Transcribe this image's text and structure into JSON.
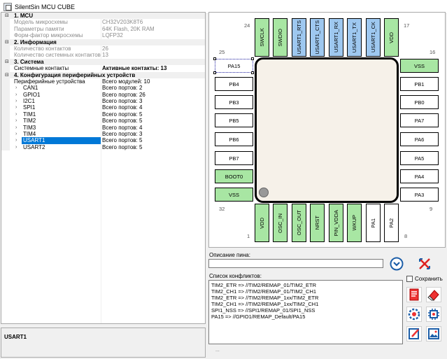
{
  "window": {
    "title": "SilentSin MCU CUBE"
  },
  "grid": {
    "cat1": "1. MCU",
    "model_label": "Модель микросхемы",
    "model_value": "CH32V203K8T6",
    "mem_label": "Параметры памяти",
    "mem_value": "64K Flash, 20K RAM",
    "form_label": "Форм-фактор микросхемы",
    "form_value": "LQFP32",
    "cat2": "2. Информация",
    "pins_label": "Количество контактов",
    "pins_value": "26",
    "syspins_label": "Количество системных контактов",
    "syspins_value": "13",
    "cat3": "3. Система",
    "sys_label": "Системные контакты",
    "sys_value": "Активные контакты: 13",
    "cat4": "4. Конфигурация периферийных устройств",
    "periph_label": "Периферийные устройства",
    "periph_value": "Всего модулей: 10",
    "modules": [
      {
        "name": "CAN1",
        "value": "Всего портов: 2"
      },
      {
        "name": "GPIO1",
        "value": "Всего портов: 26"
      },
      {
        "name": "I2C1",
        "value": "Всего портов: 3"
      },
      {
        "name": "SPI1",
        "value": "Всего портов: 4"
      },
      {
        "name": "TIM1",
        "value": "Всего портов: 5"
      },
      {
        "name": "TIM2",
        "value": "Всего портов: 5"
      },
      {
        "name": "TIM3",
        "value": "Всего портов: 4"
      },
      {
        "name": "TIM4",
        "value": "Всего портов: 3"
      },
      {
        "name": "USART1",
        "value": "Всего портов: 5"
      },
      {
        "name": "USART2",
        "value": "Всего портов: 5"
      }
    ],
    "selected": "USART1"
  },
  "description": {
    "title": "USART1"
  },
  "chip": {
    "top_pins": [
      "SWCLK",
      "SWDIO",
      "USART1_RTS",
      "USART1_CTS",
      "USART1_RX",
      "USART1_TX",
      "USART1_CK",
      "VDD"
    ],
    "bottom_pins": [
      "VDD",
      "OSC_IN",
      "OSC_OUT",
      "NRST",
      "PIN_VDDA",
      "WKUP",
      "PA1",
      "PA2"
    ],
    "left_pins": [
      "PA15",
      "PB4",
      "PB3",
      "PB5",
      "PB6",
      "PB7",
      "BOOT0",
      "VSS"
    ],
    "right_pins": [
      "VSS",
      "PB1",
      "PB0",
      "PA7",
      "PA6",
      "PA5",
      "PA4",
      "PA3"
    ],
    "numbers": {
      "n24": "24",
      "n17": "17",
      "n25": "25",
      "n16": "16",
      "n32": "32",
      "n9": "9",
      "n1": "1",
      "n8": "8"
    }
  },
  "panel": {
    "pin_desc_label": "Описание пина:",
    "pin_desc_value": "",
    "conflicts_label": "Список конфликтов:",
    "save_label": "Сохранить",
    "conflicts": [
      "TIM2_ETR => //TIM2/REMAP_01/TIM2_ETR",
      "TIM2_CH1 => //TIM2/REMAP_01/TIM2_CH1",
      "TIM2_ETR => //TIM2/REMAP_1xx/TIM2_ETR",
      "TIM2_CH1 => //TIM2/REMAP_1xx/TIM2_CH1",
      "SPI1_NSS => //SPI1/REMAP_01/SPI1_NSS",
      "PA15 => //GPIO1/REMAP_Default/PA15"
    ],
    "ellipsis": "..."
  },
  "colors": {
    "green_pin": "#a8e6a3",
    "blue_pin": "#9ec8f0",
    "selection": "#0078d7"
  }
}
